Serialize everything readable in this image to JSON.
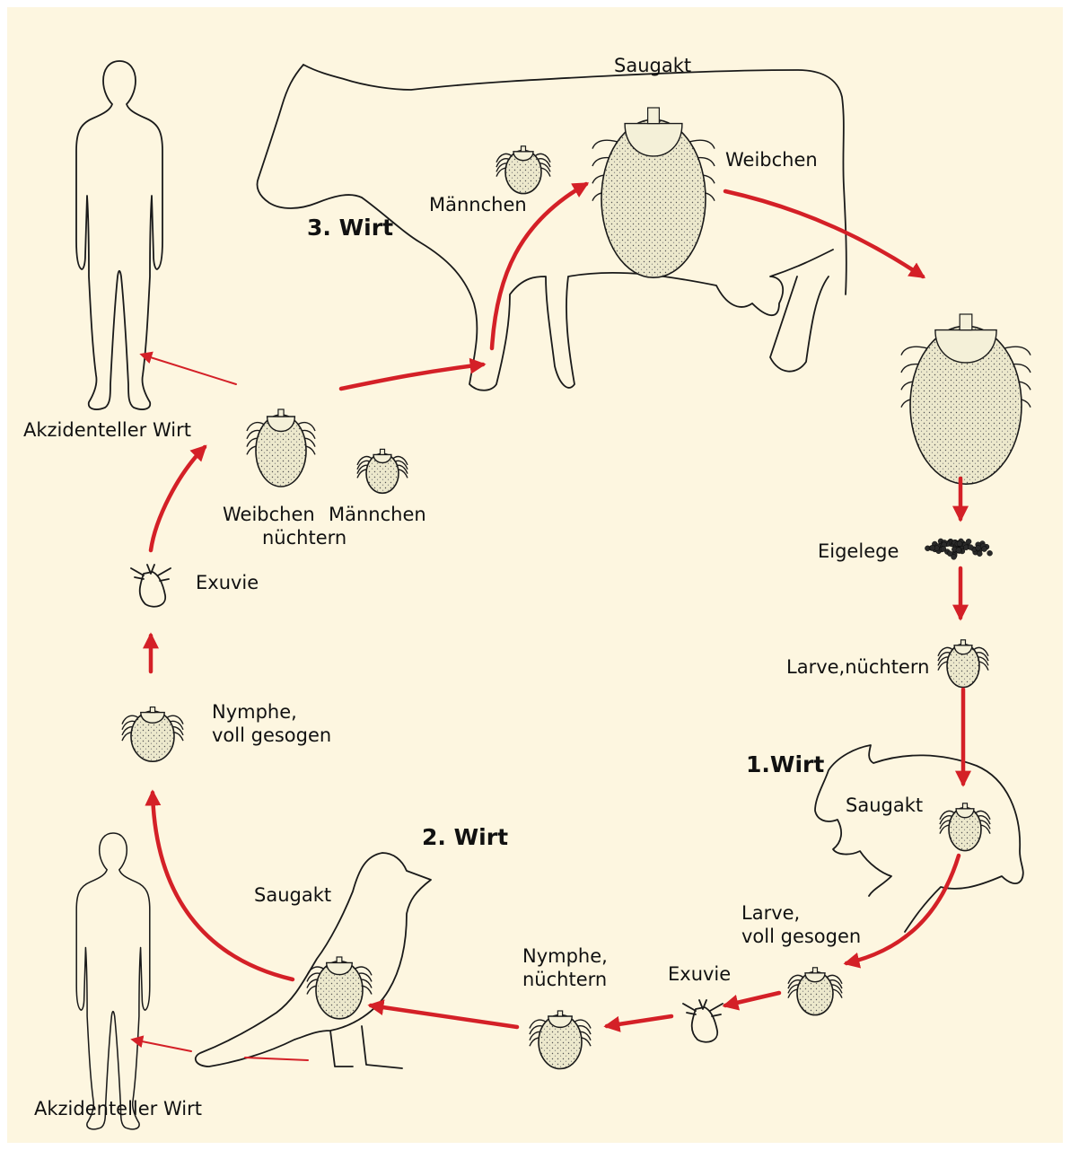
{
  "colors": {
    "background": "#fdf6e0",
    "arrow": "#d42027",
    "tick_body": "#ece8cc",
    "outline": "#1a1a1a"
  },
  "hosts": {
    "host1": "1.Wirt",
    "host2": "2. Wirt",
    "host3": "3. Wirt"
  },
  "labels": {
    "saugakt_cow": "Saugakt",
    "weibchen_cow": "Weibchen",
    "maennchen_cow": "Männchen",
    "eigelege": "Eigelege",
    "larve_nuechtern": "Larve,nüchtern",
    "saugakt_rat": "Saugakt",
    "larve_voll_line1": "Larve,",
    "larve_voll_line2": "voll gesogen",
    "exuvie_bottom": "Exuvie",
    "nymphe_nuechtern_line1": "Nymphe,",
    "nymphe_nuechtern_line2": "nüchtern",
    "saugakt_bird": "Saugakt",
    "nymphe_voll_line1": "Nymphe,",
    "nymphe_voll_line2": "voll gesogen",
    "exuvie_left": "Exuvie",
    "weibchen_nuechtern_line1": "Weibchen",
    "weibchen_nuechtern_line2": "nüchtern",
    "maennchen_left": "Männchen",
    "akzidenteller_top": "Akzidenteller Wirt",
    "akzidenteller_bottom": "Akzidenteller Wirt"
  },
  "icons": [
    "cow-silhouette",
    "rat-silhouette",
    "bird-silhouette",
    "human-silhouette",
    "tick-icon",
    "egg-cluster-icon",
    "exuvia-icon"
  ]
}
